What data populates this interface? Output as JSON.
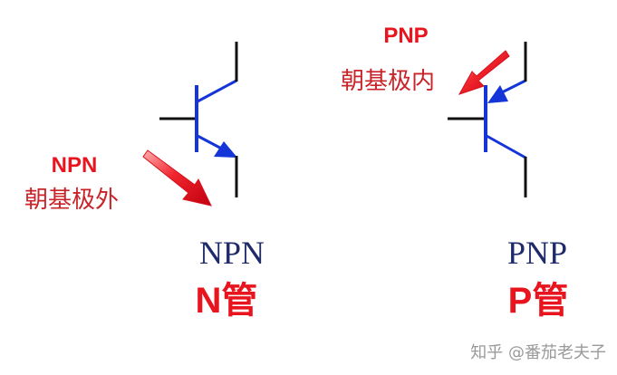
{
  "npn": {
    "symbol_label": "NPN",
    "tube_label": "N管",
    "annotation_type": "NPN",
    "annotation_text": "朝基极外"
  },
  "pnp": {
    "symbol_label": "PNP",
    "tube_label": "P管",
    "annotation_type": "PNP",
    "annotation_text": "朝基极内"
  },
  "watermark": "知乎 @番茄老夫子",
  "colors": {
    "lead_black": "#111111",
    "symbol_blue": "#1535d8",
    "arrow_red": "#e8141e",
    "label_navy": "#1f2a6b"
  },
  "icons": {
    "npn_symbol": "npn-transistor-icon",
    "pnp_symbol": "pnp-transistor-icon",
    "pointer_arrows": "red-pointer-arrow-icon"
  }
}
